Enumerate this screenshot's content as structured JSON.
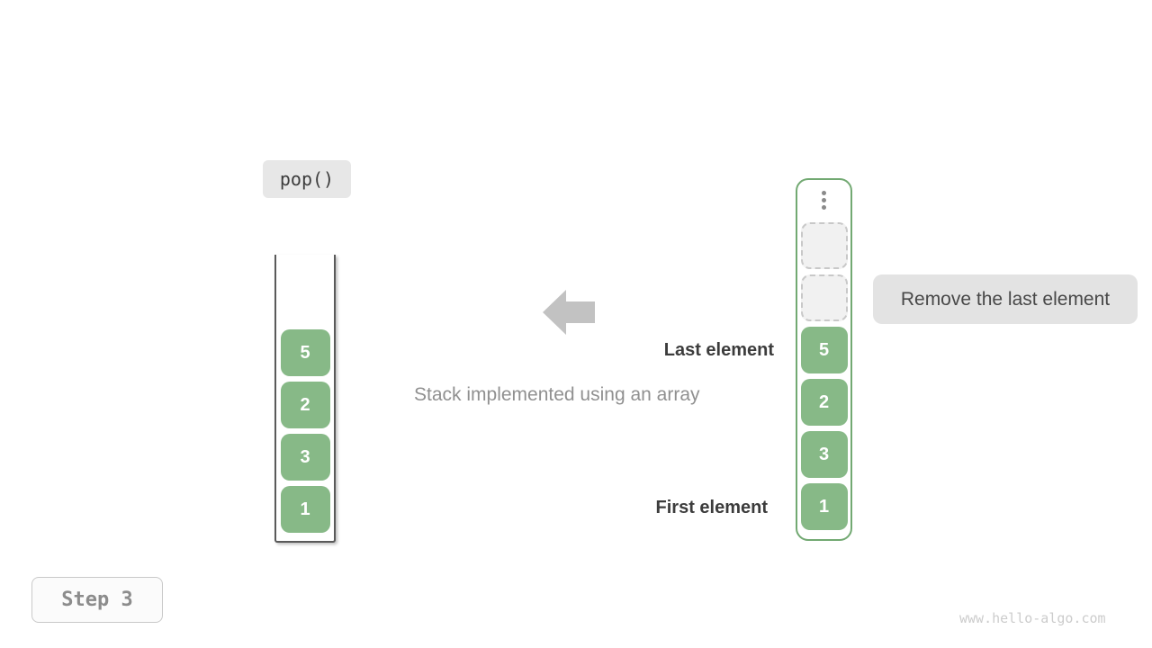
{
  "operation_label": "pop()",
  "step_label": "Step 3",
  "watermark": "www.hello-algo.com",
  "caption": "Stack implemented using an array",
  "tooltip": "Remove the last element",
  "labels": {
    "last": "Last element",
    "first": "First element"
  },
  "left_stack": {
    "values": [
      "5",
      "2",
      "3",
      "1"
    ]
  },
  "right_stack": {
    "values": [
      "5",
      "2",
      "3",
      "1"
    ],
    "empty_slots": 2,
    "ellipsis_icon": "vertical-dots"
  },
  "colors": {
    "cell_green": "#87b987",
    "container_border_green": "#72a972",
    "badge_bg": "#e7e7e7",
    "tooltip_bg": "#e3e3e3",
    "arrow_gray": "#c2c2c2",
    "text_dark": "#3c3c3c",
    "text_gray": "#909090",
    "watermark_gray": "#cccccc",
    "dashed_border": "#c8c8c8",
    "dashed_bg": "#f1f1f1",
    "stack_border": "#5a5a5a",
    "step_text": "#8c8c8c"
  }
}
